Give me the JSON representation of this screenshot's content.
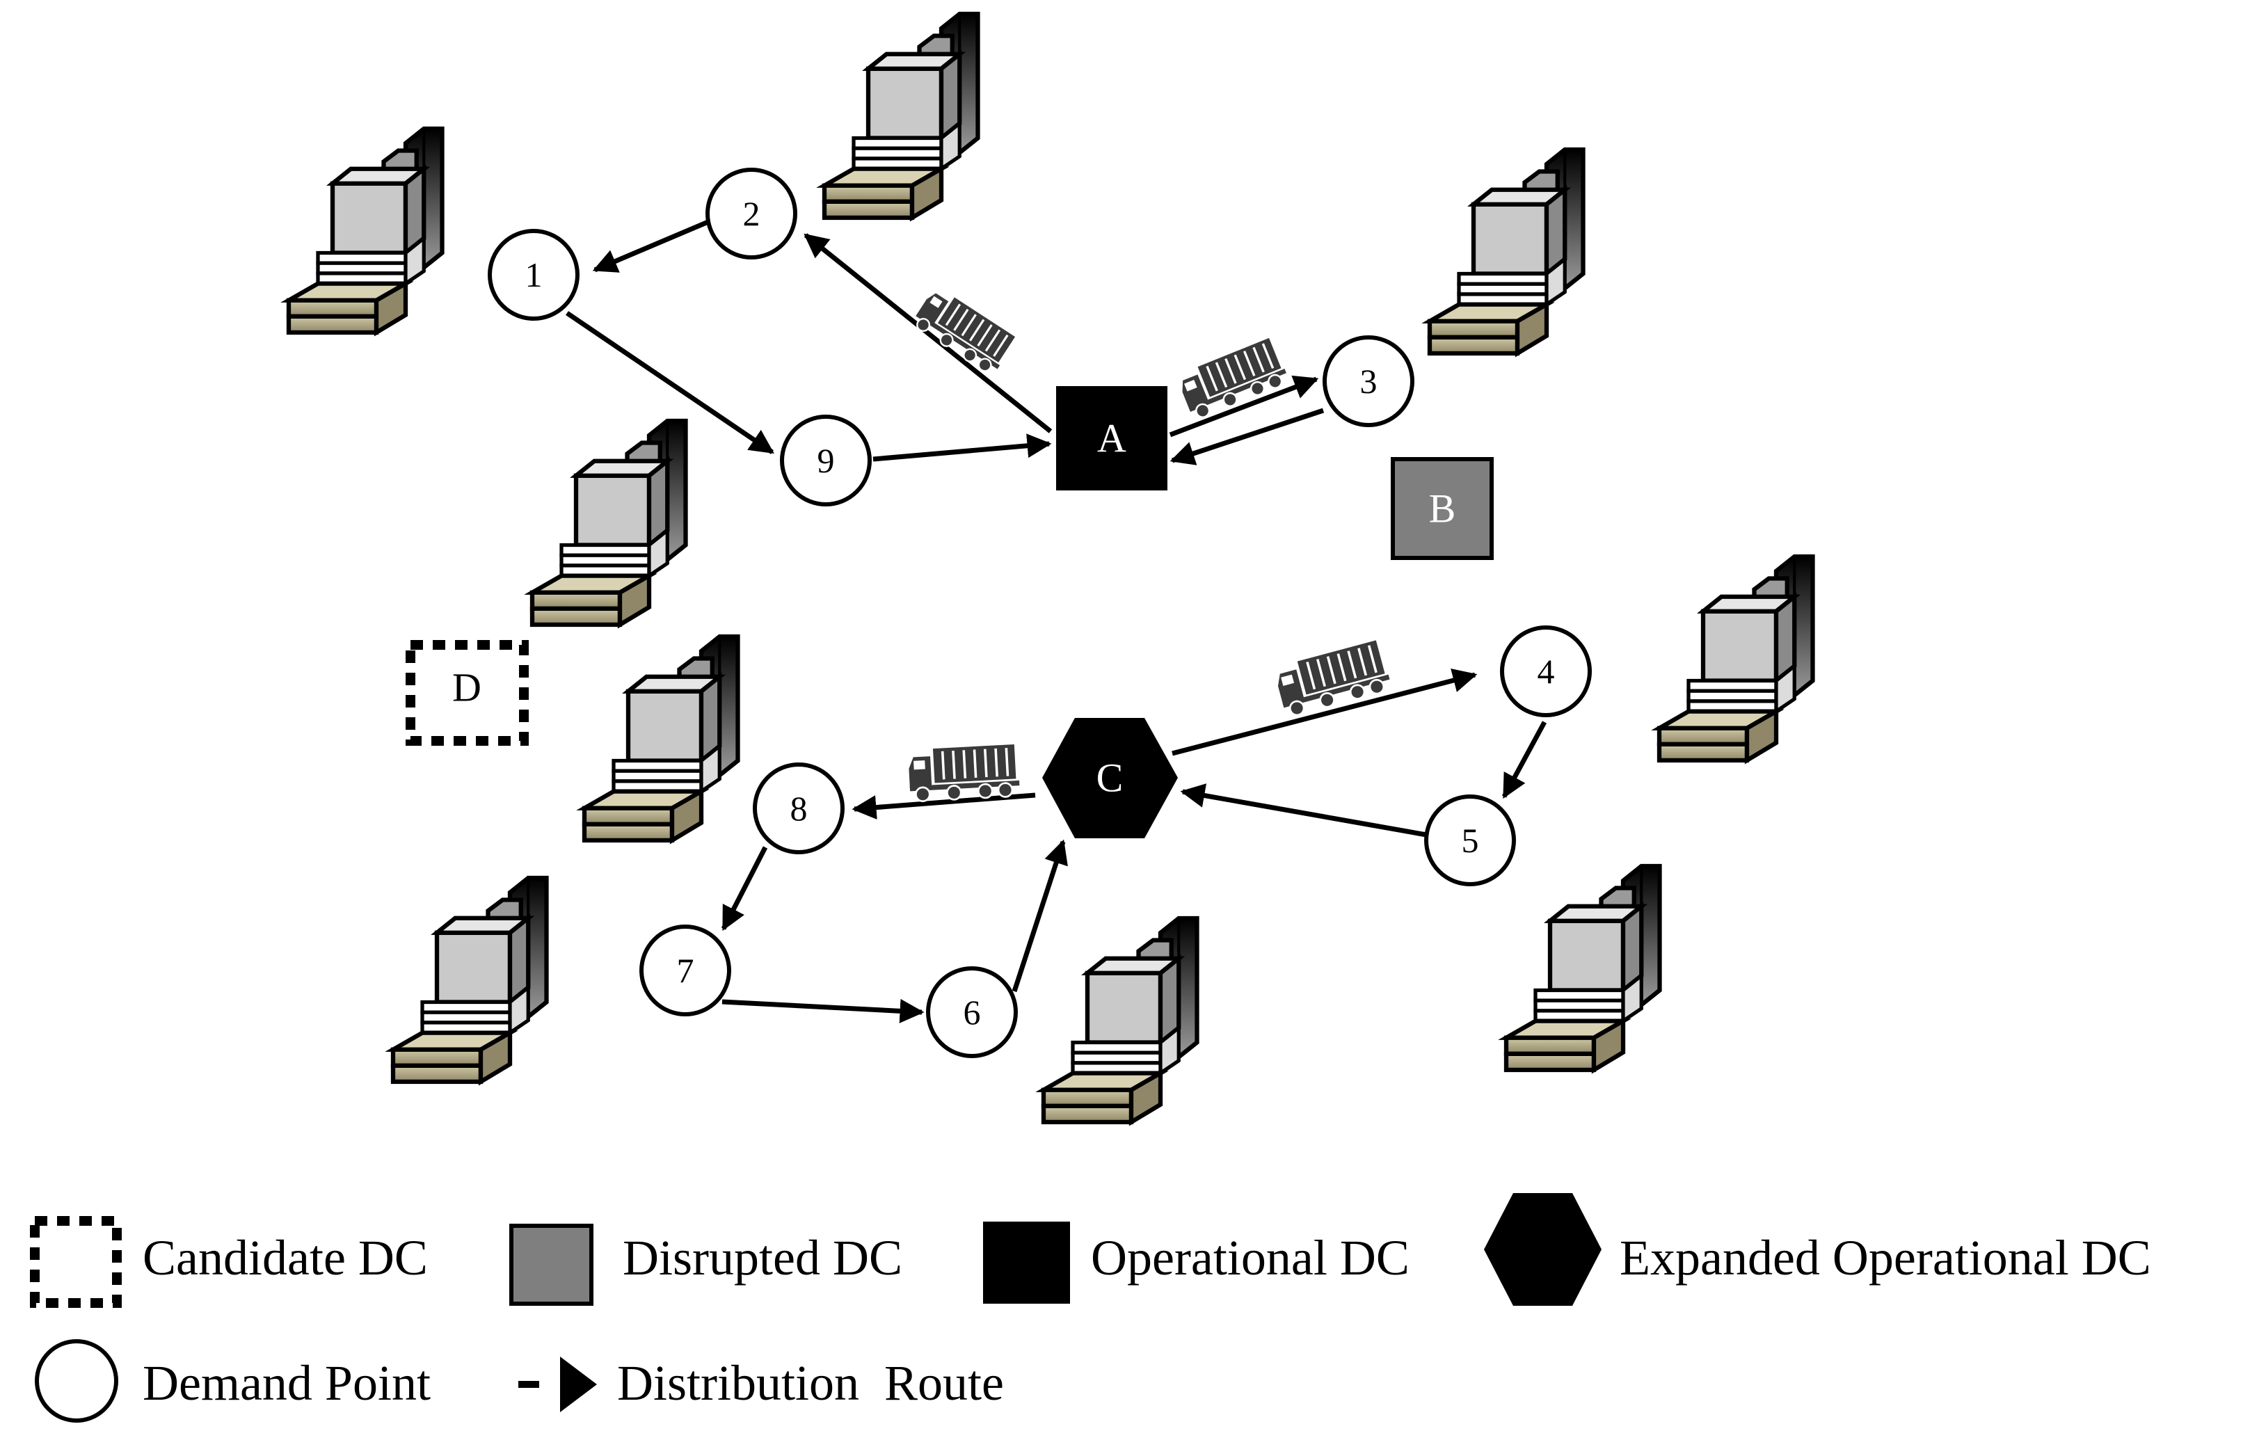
{
  "distribution_centers": {
    "A": {
      "label": "A",
      "status": "Operational DC",
      "color": "#000000"
    },
    "B": {
      "label": "B",
      "status": "Disrupted DC",
      "color": "#7f7f7f"
    },
    "C": {
      "label": "C",
      "status": "Expanded Operational DC",
      "color": "#000000"
    },
    "D": {
      "label": "D",
      "status": "Candidate DC",
      "color": "#ffffff"
    }
  },
  "demand_points": [
    "1",
    "2",
    "3",
    "4",
    "5",
    "6",
    "7",
    "8",
    "9"
  ],
  "routes": [
    {
      "from": "A",
      "to": "2"
    },
    {
      "from": "2",
      "to": "1"
    },
    {
      "from": "1",
      "to": "9"
    },
    {
      "from": "9",
      "to": "A"
    },
    {
      "from": "A",
      "to": "3"
    },
    {
      "from": "3",
      "to": "A"
    },
    {
      "from": "C",
      "to": "4"
    },
    {
      "from": "4",
      "to": "5"
    },
    {
      "from": "5",
      "to": "C"
    },
    {
      "from": "C",
      "to": "8"
    },
    {
      "from": "8",
      "to": "7"
    },
    {
      "from": "7",
      "to": "6"
    },
    {
      "from": "6",
      "to": "C"
    }
  ],
  "legend": {
    "candidate_dc": "Candidate DC",
    "disrupted_dc": "Disrupted DC",
    "operational_dc": "Operational DC",
    "expanded_operational_dc": "Expanded Operational DC",
    "demand_point": "Demand Point",
    "distribution_route": "Distribution  Route"
  },
  "colors": {
    "line": "#000000",
    "disrupted_fill": "#7f7f7f",
    "box_light": "#c8c8c8",
    "pallet": "#b9b393",
    "truck": "#3a3a3a"
  },
  "icons": [
    "warehouse-icon",
    "truck-icon"
  ]
}
